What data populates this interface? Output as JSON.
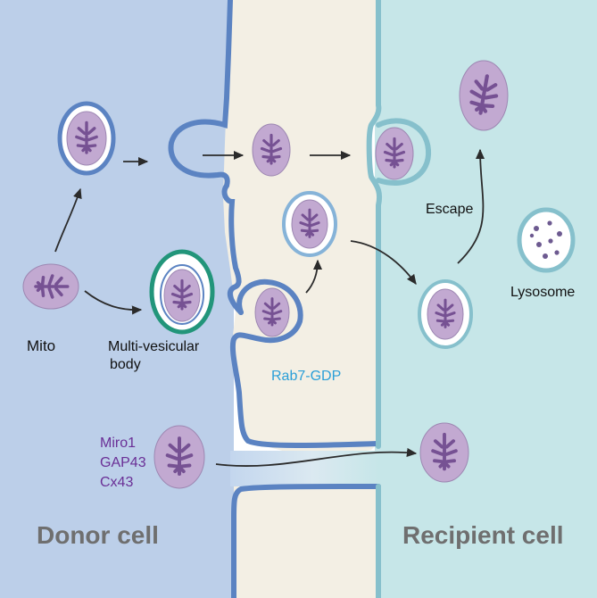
{
  "labels": {
    "mito": "Mito",
    "mvb_line1": "Multi-vesicular",
    "mvb_line2": "body",
    "rab7": "Rab7-GDP",
    "escape": "Escape",
    "lysosome": "Lysosome",
    "protein1": "Miro1",
    "protein2": "GAP43",
    "protein3": "Cx43",
    "donor": "Donor cell",
    "recipient": "Recipient cell"
  },
  "colors": {
    "donor_bg": "#bccfe9",
    "recipient_bg": "#c6e6e8",
    "gap_bg": "#f3efe4",
    "donor_membrane": "#5b83c2",
    "recipient_membrane": "#86c0cc",
    "mvb_outline": "#22957a",
    "mito_fill": "#c2a9d1",
    "mito_inner": "#765193",
    "protein_text": "#6a2f96",
    "rab7_text": "#2a9fd8",
    "cell_title_text": "#6f6f6f",
    "arrow": "#2b2b2b",
    "lysosome_dots": "#6d5a90"
  }
}
